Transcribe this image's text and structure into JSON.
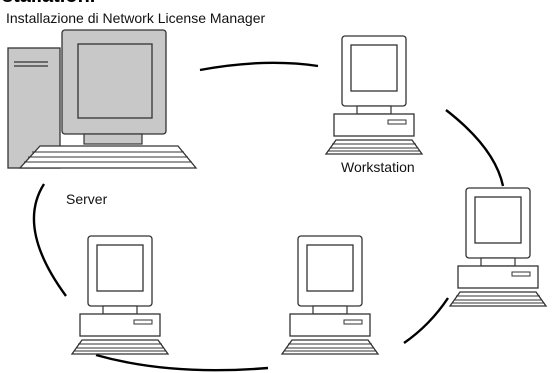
{
  "heading": "stallation.",
  "diagram": {
    "title": "Installazione di Network License Manager",
    "server_label": "Server",
    "workstation_label": "Workstation"
  },
  "colors": {
    "server_fill": "#c8c8c8",
    "workstation_fill": "#ffffff",
    "outline": "#333333",
    "connection": "#000000"
  },
  "icons": [
    "server-computer-icon",
    "workstation-computer-icon"
  ]
}
